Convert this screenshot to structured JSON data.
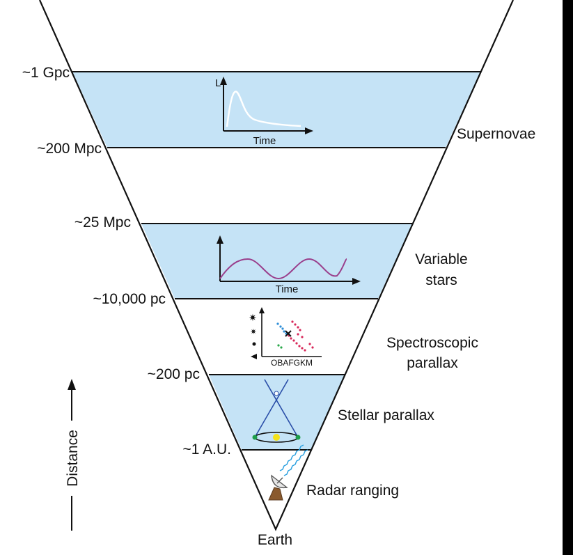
{
  "distance_labels": {
    "gpc": "~1 Gpc",
    "mpc200": "~200 Mpc",
    "mpc25": "~25 Mpc",
    "pc10000": "~10,000 pc",
    "pc200": "~200 pc",
    "au": "~1 A.U."
  },
  "methods": {
    "supernovae": "Supernovae",
    "variable_line1": "Variable",
    "variable_line2": "stars",
    "spectro_line1": "Spectroscopic",
    "spectro_line2": "parallax",
    "stellar_parallax": "Stellar parallax",
    "radar": "Radar ranging"
  },
  "base_label": "Earth",
  "axis_label": "Distance",
  "insets": {
    "supernova_y": "L",
    "supernova_x": "Time",
    "variable_x": "Time",
    "hr_x": "OBAFGKM"
  },
  "colors": {
    "band": "#c5e3f6",
    "outline": "#111111",
    "supernova_curve": "#ffffff",
    "variable_curve": "#9a3f8c",
    "parallax_lines": "#2a4ea8",
    "sun": "#f4e21a",
    "earth_dots": "#1e9e4a",
    "hr_blue": "#2f8fd8",
    "hr_red": "#d8285a",
    "hr_green": "#2aa84a",
    "radar_waves": "#2aa0e0",
    "dish_base": "#8a5a2e",
    "right_bar": "#000000"
  }
}
